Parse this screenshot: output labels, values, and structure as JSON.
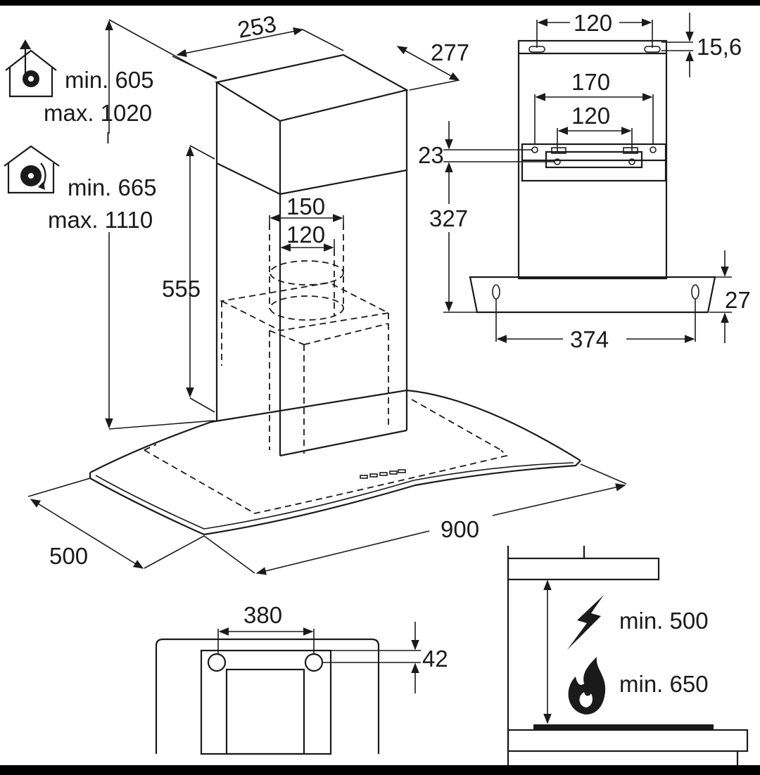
{
  "main_view": {
    "dim_width_top": "253",
    "dim_depth_top": "277",
    "dim_outlet_outer": "150",
    "dim_outlet_inner": "120",
    "dim_height_lower": "555",
    "dim_width_canopy": "900",
    "dim_depth_canopy": "500"
  },
  "legend": {
    "extraction_min": "min. 605",
    "extraction_max": "max. 1020",
    "separator": "l",
    "recirculation_min": "min. 665",
    "recirculation_max": "max. 1110"
  },
  "side_view": {
    "dim_top_holes": "120",
    "dim_top_offset": "15,6",
    "dim_bracket_outer": "170",
    "dim_bracket_inner": "120",
    "dim_bracket_offset": "23",
    "dim_bracket_height": "327",
    "dim_canopy_height": "27",
    "dim_canopy_holes": "374"
  },
  "bracket_view": {
    "dim_holes": "380",
    "dim_offset": "42"
  },
  "hob_clearance": {
    "electric_min": "min. 500",
    "gas_min": "min. 650"
  },
  "icons": [
    "extraction-icon",
    "recirculation-icon",
    "lightning-icon",
    "flame-icon"
  ]
}
